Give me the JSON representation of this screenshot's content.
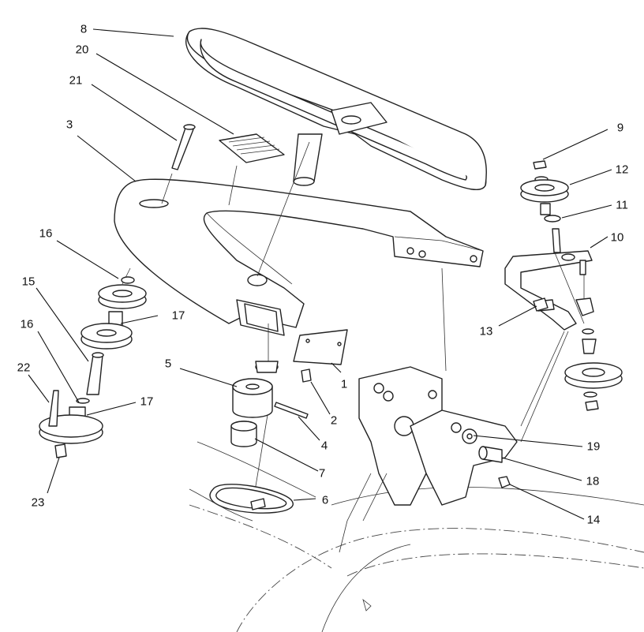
{
  "callouts": [
    {
      "id": "c8",
      "label": "8"
    },
    {
      "id": "c20",
      "label": "20"
    },
    {
      "id": "c21",
      "label": "21"
    },
    {
      "id": "c3",
      "label": "3"
    },
    {
      "id": "c9",
      "label": "9"
    },
    {
      "id": "c12",
      "label": "12"
    },
    {
      "id": "c11",
      "label": "11"
    },
    {
      "id": "c10",
      "label": "10"
    },
    {
      "id": "c16a",
      "label": "16"
    },
    {
      "id": "c15",
      "label": "15"
    },
    {
      "id": "c17a",
      "label": "17"
    },
    {
      "id": "c16b",
      "label": "16"
    },
    {
      "id": "c22",
      "label": "22"
    },
    {
      "id": "c17b",
      "label": "17"
    },
    {
      "id": "c5",
      "label": "5"
    },
    {
      "id": "c13",
      "label": "13"
    },
    {
      "id": "c1",
      "label": "1"
    },
    {
      "id": "c2",
      "label": "2"
    },
    {
      "id": "c4",
      "label": "4"
    },
    {
      "id": "c19",
      "label": "19"
    },
    {
      "id": "c7",
      "label": "7"
    },
    {
      "id": "c18",
      "label": "18"
    },
    {
      "id": "c6",
      "label": "6"
    },
    {
      "id": "c14",
      "label": "14"
    },
    {
      "id": "c23",
      "label": "23"
    }
  ]
}
